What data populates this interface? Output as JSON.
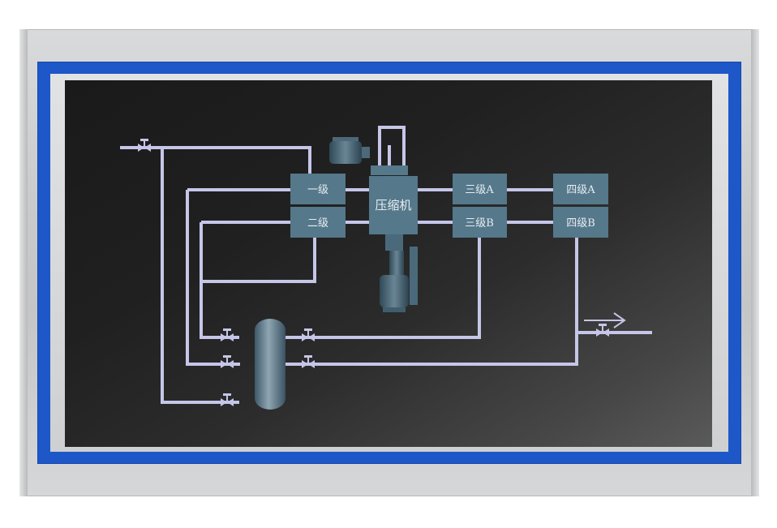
{
  "units": {
    "stage1": "一级",
    "stage2": "二级",
    "compressor": "压缩机",
    "stage3a": "三级A",
    "stage3b": "三级B",
    "stage4a": "四级A",
    "stage4b": "四级B"
  },
  "colors": {
    "frame_blue": "#1e57c8",
    "pipe": "#c5c6e8",
    "unit_box": "#55788a",
    "screen": "#222222"
  },
  "icons": {
    "valve": "valve-icon",
    "tank": "tank-icon",
    "motor": "motor-icon",
    "flow_arrow": "arrow-right-icon"
  }
}
